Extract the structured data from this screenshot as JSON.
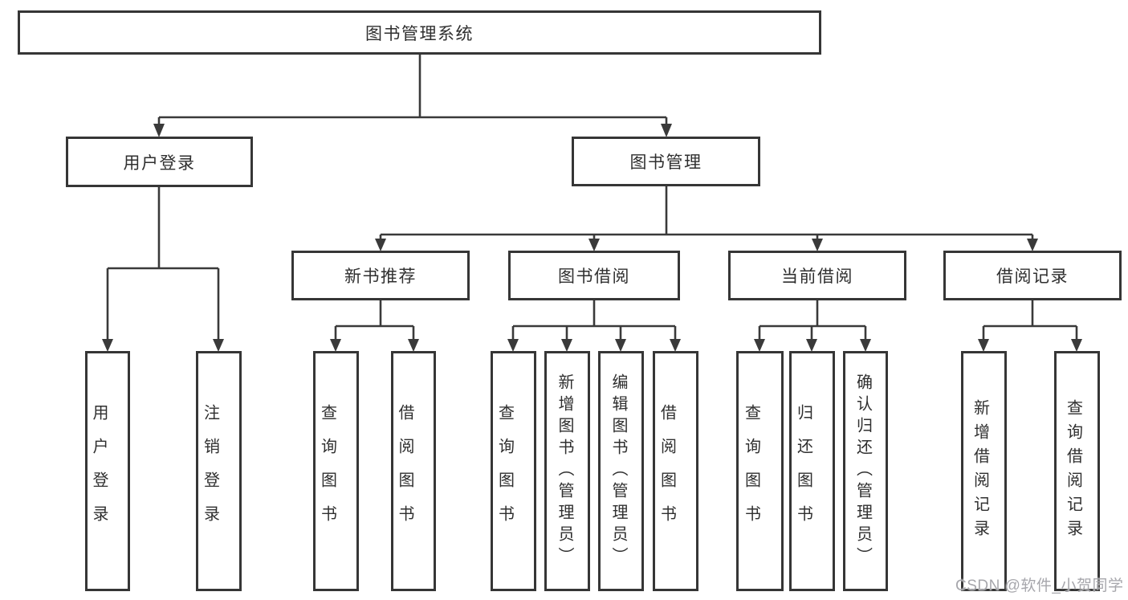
{
  "title": "图书管理系统",
  "watermark": "CSDN @软件_小贺同学",
  "colors": {
    "line": "#3a3a3a",
    "box_border": "#363636",
    "text": "#2f2f2f",
    "background": "#ffffff",
    "watermark": "#a7a7ac"
  },
  "tree": {
    "root": {
      "label": "图书管理系统"
    },
    "branches": {
      "user_login": {
        "label": "用户登录",
        "children": {
          "login": {
            "label": "用户登录"
          },
          "logout": {
            "label": "注销登录"
          }
        }
      },
      "book_mgmt": {
        "label": "图书管理",
        "children": {
          "new_book_rec": {
            "label": "新书推荐",
            "children": {
              "query_books": {
                "label": "查询图书"
              },
              "borrow_books": {
                "label": "借阅图书"
              }
            }
          },
          "book_borrow": {
            "label": "图书借阅",
            "children": {
              "query_books": {
                "label": "查询图书"
              },
              "add_books": {
                "label": "新增图书（管理员）"
              },
              "edit_books": {
                "label": "编辑图书（管理员）"
              },
              "borrow_books": {
                "label": "借阅图书"
              }
            }
          },
          "current_borrow": {
            "label": "当前借阅",
            "children": {
              "query_books": {
                "label": "查询图书"
              },
              "return_books": {
                "label": "归还图书"
              },
              "confirm_return": {
                "label": "确认归还（管理员）"
              }
            }
          },
          "borrow_record": {
            "label": "借阅记录",
            "children": {
              "add_record": {
                "label": "新增借阅记录"
              },
              "query_record": {
                "label": "查询借阅记录"
              }
            }
          }
        }
      }
    }
  }
}
